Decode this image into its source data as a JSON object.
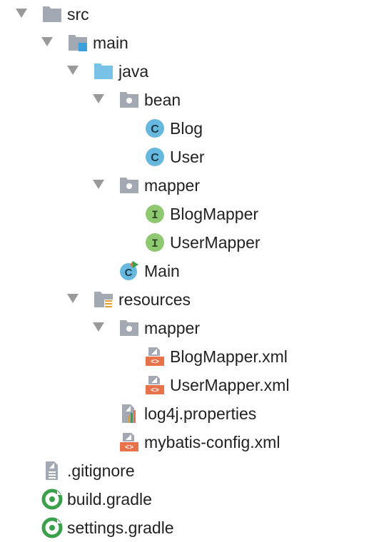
{
  "tree": [
    {
      "label": "src",
      "icon": "folder-icon",
      "expanded": true
    },
    {
      "label": "main",
      "icon": "source-root-folder-icon",
      "expanded": true
    },
    {
      "label": "java",
      "icon": "java-sources-folder-icon",
      "expanded": true
    },
    {
      "label": "bean",
      "icon": "package-icon",
      "expanded": true
    },
    {
      "label": "Blog",
      "icon": "class-icon",
      "badge": "C"
    },
    {
      "label": "User",
      "icon": "class-icon",
      "badge": "C"
    },
    {
      "label": "mapper",
      "icon": "package-icon",
      "expanded": true
    },
    {
      "label": "BlogMapper",
      "icon": "interface-icon",
      "badge": "I"
    },
    {
      "label": "UserMapper",
      "icon": "interface-icon",
      "badge": "I"
    },
    {
      "label": "Main",
      "icon": "main-class-icon",
      "badge": "C"
    },
    {
      "label": "resources",
      "icon": "resources-folder-icon",
      "expanded": true
    },
    {
      "label": "mapper",
      "icon": "package-icon",
      "expanded": true
    },
    {
      "label": "BlogMapper.xml",
      "icon": "xml-file-icon"
    },
    {
      "label": "UserMapper.xml",
      "icon": "xml-file-icon"
    },
    {
      "label": "log4j.properties",
      "icon": "properties-file-icon"
    },
    {
      "label": "mybatis-config.xml",
      "icon": "xml-file-icon"
    },
    {
      "label": ".gitignore",
      "icon": "text-file-icon"
    },
    {
      "label": "build.gradle",
      "icon": "gradle-file-icon"
    },
    {
      "label": "settings.gradle",
      "icon": "gradle-file-icon"
    }
  ],
  "colors": {
    "folder": "#a2a9b2",
    "source_folder": "#78c2e8",
    "class_badge": "#67b8de",
    "interface_badge": "#8ec871",
    "xml": "#e8724a",
    "gradle": "#3aa04a",
    "chevron": "#9a9a9a",
    "text": "#222222"
  }
}
